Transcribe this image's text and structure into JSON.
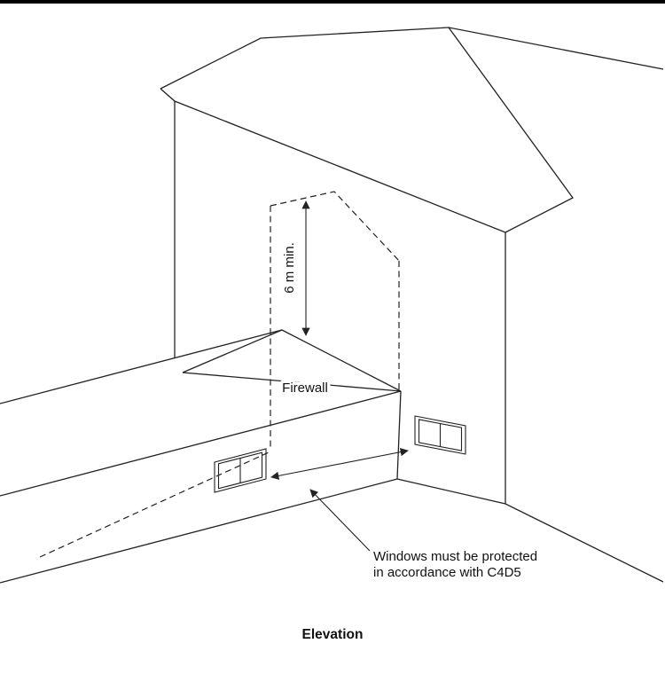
{
  "figure": {
    "caption": "Elevation",
    "labels": {
      "dimension": "6 m min.",
      "firewall": "Firewall",
      "note_line1": "Windows must be protected",
      "note_line2": "in accordance with C4D5"
    },
    "colors": {
      "line": "#222222",
      "text": "#111111",
      "background": "#ffffff",
      "top_rule": "#000000"
    }
  }
}
